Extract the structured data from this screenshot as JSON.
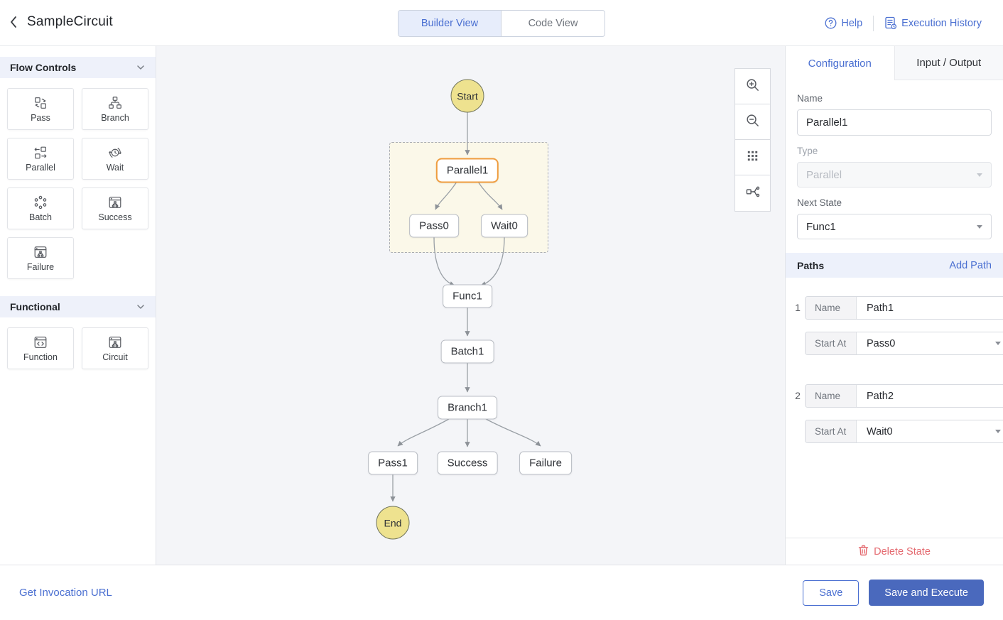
{
  "header": {
    "title": "SampleCircuit",
    "back_icon": "chevron-left-icon",
    "view_tabs": [
      {
        "label": "Builder View",
        "active": true
      },
      {
        "label": "Code View",
        "active": false
      }
    ],
    "help_label": "Help",
    "help_icon": "question-circle-icon",
    "execution_history_label": "Execution History",
    "execution_history_icon": "history-document-icon"
  },
  "sidebar": {
    "sections": [
      {
        "title": "Flow Controls",
        "collapse_icon": "chevron-down-icon",
        "items": [
          {
            "label": "Pass",
            "icon": "pass-icon"
          },
          {
            "label": "Branch",
            "icon": "branch-icon"
          },
          {
            "label": "Parallel",
            "icon": "parallel-icon"
          },
          {
            "label": "Wait",
            "icon": "wait-icon"
          },
          {
            "label": "Batch",
            "icon": "batch-icon"
          },
          {
            "label": "Success",
            "icon": "success-icon"
          },
          {
            "label": "Failure",
            "icon": "failure-icon"
          }
        ]
      },
      {
        "title": "Functional",
        "collapse_icon": "chevron-down-icon",
        "items": [
          {
            "label": "Function",
            "icon": "function-icon"
          },
          {
            "label": "Circuit",
            "icon": "circuit-icon"
          }
        ]
      }
    ]
  },
  "canvas": {
    "nodes": [
      {
        "id": "start",
        "label": "Start",
        "shape": "circle"
      },
      {
        "id": "parallel1",
        "label": "Parallel1",
        "shape": "box",
        "selected": true
      },
      {
        "id": "pass0",
        "label": "Pass0",
        "shape": "box"
      },
      {
        "id": "wait0",
        "label": "Wait0",
        "shape": "box"
      },
      {
        "id": "func1",
        "label": "Func1",
        "shape": "box"
      },
      {
        "id": "batch1",
        "label": "Batch1",
        "shape": "box"
      },
      {
        "id": "branch1",
        "label": "Branch1",
        "shape": "box"
      },
      {
        "id": "pass1",
        "label": "Pass1",
        "shape": "box"
      },
      {
        "id": "success",
        "label": "Success",
        "shape": "box"
      },
      {
        "id": "failure",
        "label": "Failure",
        "shape": "box"
      },
      {
        "id": "end",
        "label": "End",
        "shape": "circle"
      }
    ],
    "toolbar": [
      "zoom-in-icon",
      "zoom-out-icon",
      "grid-icon",
      "auto-layout-icon"
    ]
  },
  "panel": {
    "tabs": [
      {
        "label": "Configuration",
        "active": true
      },
      {
        "label": "Input / Output",
        "active": false
      }
    ],
    "fields": {
      "name_label": "Name",
      "name_value": "Parallel1",
      "type_label": "Type",
      "type_value": "Parallel",
      "next_state_label": "Next State",
      "next_state_value": "Func1"
    },
    "paths": {
      "title": "Paths",
      "add_label": "Add Path",
      "rows": [
        {
          "index": "1",
          "name_label": "Name",
          "name_value": "Path1",
          "start_label": "Start At",
          "start_value": "Pass0"
        },
        {
          "index": "2",
          "name_label": "Name",
          "name_value": "Path2",
          "start_label": "Start At",
          "start_value": "Wait0"
        }
      ]
    },
    "delete_label": "Delete State",
    "delete_icon": "trash-icon"
  },
  "footer": {
    "invocation_label": "Get Invocation URL",
    "save_label": "Save",
    "save_execute_label": "Save and Execute"
  },
  "colors": {
    "accent_blue": "#4a6fd1",
    "button_blue": "#4a69bd",
    "selection_orange": "#ef9d3f",
    "node_yellow": "#eee28f",
    "delete_red": "#e4696f",
    "canvas_bg": "#f4f5f8",
    "section_header_bg": "#eef1fa"
  }
}
